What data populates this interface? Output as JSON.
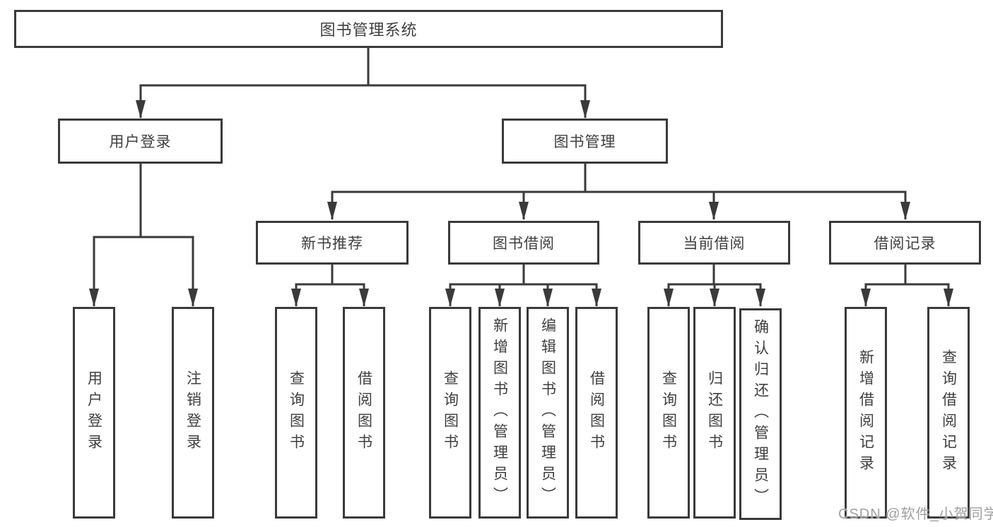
{
  "tree": {
    "root": {
      "label": "图书管理系统"
    },
    "level2": [
      {
        "label": "用户登录"
      },
      {
        "label": "图书管理"
      }
    ],
    "level3": [
      {
        "label": "新书推荐",
        "parent": "图书管理"
      },
      {
        "label": "图书借阅",
        "parent": "图书管理"
      },
      {
        "label": "当前借阅",
        "parent": "图书管理"
      },
      {
        "label": "借阅记录",
        "parent": "图书管理"
      }
    ],
    "leaves": [
      {
        "label": "用户登录",
        "parent": "用户登录"
      },
      {
        "label": "注销登录",
        "parent": "用户登录"
      },
      {
        "label": "查询图书",
        "parent": "新书推荐"
      },
      {
        "label": "借阅图书",
        "parent": "新书推荐"
      },
      {
        "label": "查询图书",
        "parent": "图书借阅"
      },
      {
        "label": "新增图书（管理员）",
        "parent": "图书借阅"
      },
      {
        "label": "编辑图书（管理员）",
        "parent": "图书借阅"
      },
      {
        "label": "借阅图书",
        "parent": "图书借阅"
      },
      {
        "label": "查询图书",
        "parent": "当前借阅"
      },
      {
        "label": "归还图书",
        "parent": "当前借阅"
      },
      {
        "label": "确认归还（管理员）",
        "parent": "当前借阅"
      },
      {
        "label": "新增借阅记录",
        "parent": "借阅记录"
      },
      {
        "label": "查询借阅记录",
        "parent": "借阅记录"
      }
    ]
  },
  "watermark": {
    "text": "CSDN @软件_小贺同学"
  },
  "colors": {
    "line": "#3a3a3a",
    "box_border": "#3a3a3a",
    "text": "#3f3f3f",
    "watermark": "#a0a0a0",
    "background": "#ffffff"
  }
}
